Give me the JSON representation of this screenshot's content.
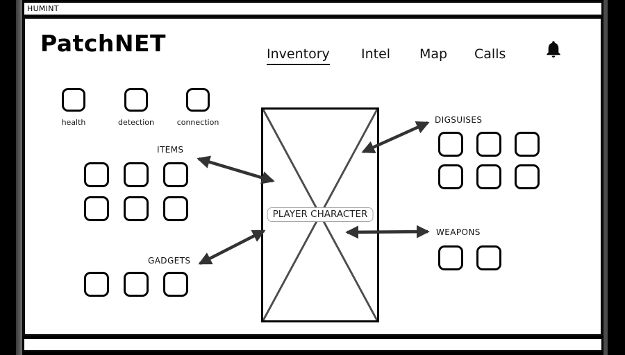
{
  "colors": {
    "background": "#000000",
    "surface": "#ffffff",
    "ink": "#0a0a0a",
    "arrow": "#333333"
  },
  "window": {
    "title": "HUMINT"
  },
  "header": {
    "logo": "PatchNET",
    "nav": [
      {
        "label": "Inventory",
        "active": true
      },
      {
        "label": "Intel",
        "active": false
      },
      {
        "label": "Map",
        "active": false
      },
      {
        "label": "Calls",
        "active": false
      }
    ],
    "bell_icon": "notification-bell"
  },
  "status_indicators": [
    {
      "label": "health"
    },
    {
      "label": "detection"
    },
    {
      "label": "connection"
    }
  ],
  "sections": {
    "items": {
      "label": "ITEMS",
      "slot_count": 6
    },
    "gadgets": {
      "label": "GADGETS",
      "slot_count": 3
    },
    "disguises": {
      "label": "DIGSUISES",
      "slot_count": 6
    },
    "weapons": {
      "label": "WEAPONS",
      "slot_count": 2
    }
  },
  "player_figure": {
    "label": "PLAYER CHARACTER",
    "placeholder_icon": "image-placeholder-x"
  }
}
